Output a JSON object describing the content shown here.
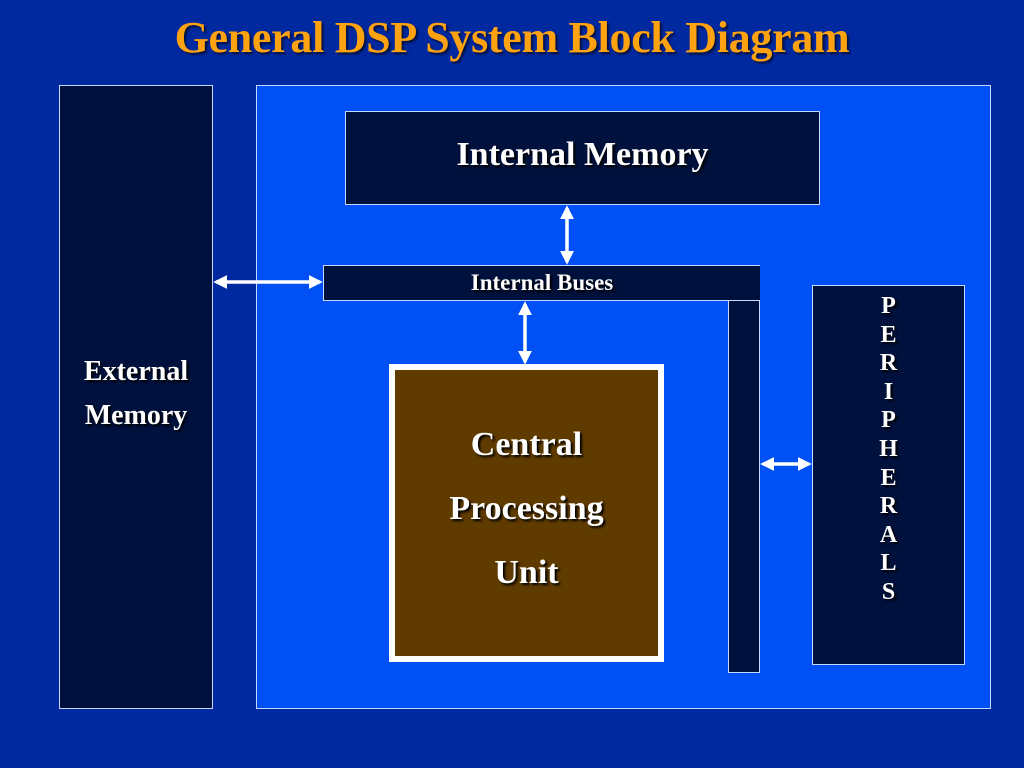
{
  "title": "General DSP System Block Diagram",
  "colors": {
    "background": "#0029a0",
    "chip_area": "#0050f5",
    "block_fill": "#00113d",
    "cpu_fill": "#5f3b00",
    "title_color": "#ffa210",
    "text_color": "#ffffff"
  },
  "blocks": {
    "external_memory": {
      "line1": "External",
      "line2": "Memory"
    },
    "internal_memory": {
      "label": "Internal Memory"
    },
    "internal_buses": {
      "label": "Internal Buses"
    },
    "cpu": {
      "line1": "Central",
      "line2": "Processing",
      "line3": "Unit"
    },
    "peripherals": {
      "letters": [
        "P",
        "E",
        "R",
        "I",
        "P",
        "H",
        "E",
        "R",
        "A",
        "L",
        "S"
      ]
    }
  },
  "connections": [
    {
      "from": "external_memory",
      "to": "internal_buses",
      "type": "bidirectional"
    },
    {
      "from": "internal_memory",
      "to": "internal_buses",
      "type": "bidirectional"
    },
    {
      "from": "internal_buses",
      "to": "cpu",
      "type": "bidirectional"
    },
    {
      "from": "internal_buses",
      "to": "peripherals",
      "type": "bidirectional"
    }
  ]
}
